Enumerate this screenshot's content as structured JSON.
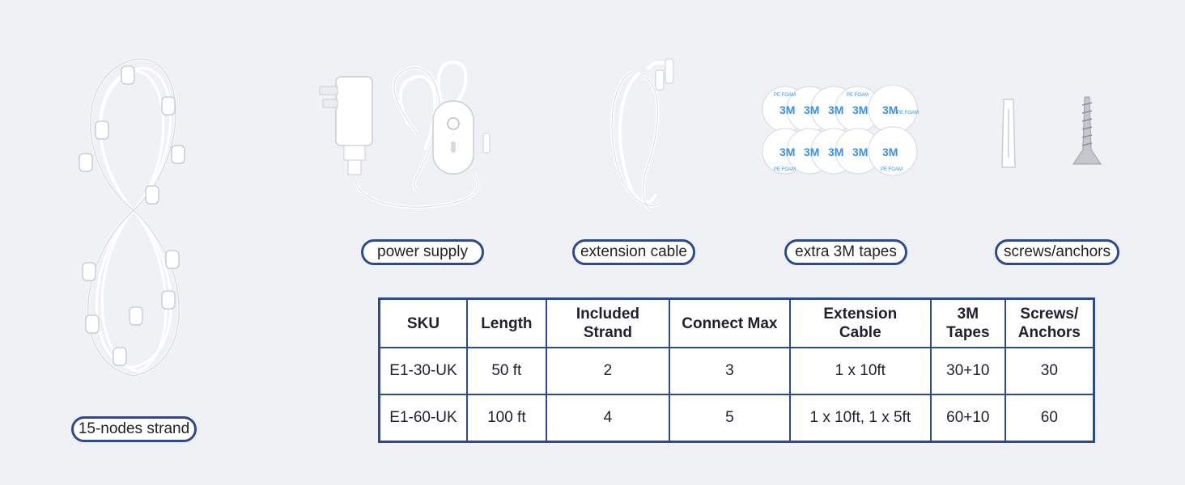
{
  "labels": {
    "strand": "15-nodes strand",
    "power_supply": "power supply",
    "extension_cable": "extension cable",
    "tapes": "extra 3M tapes",
    "screws": "screws/anchors"
  },
  "tape_texts": {
    "brand": "3M",
    "foam": "PE FOAM"
  },
  "table": {
    "headers": [
      [
        "SKU"
      ],
      [
        "Length"
      ],
      [
        "Included",
        "Strand"
      ],
      [
        "Connect Max"
      ],
      [
        "Extension",
        "Cable"
      ],
      [
        "3M",
        "Tapes"
      ],
      [
        "Screws/",
        "Anchors"
      ]
    ],
    "rows": [
      [
        "E1-30-UK",
        "50 ft",
        "2",
        "3",
        "1 x 10ft",
        "30+10",
        "30"
      ],
      [
        "E1-60-UK",
        "100 ft",
        "4",
        "5",
        "1 x 10ft, 1 x 5ft",
        "60+10",
        "60"
      ]
    ]
  },
  "colors": {
    "background": "#eff1f4",
    "accent": "#2e4a8e",
    "product_white": "#ffffff",
    "tape_blue": "#3f8fd8"
  }
}
